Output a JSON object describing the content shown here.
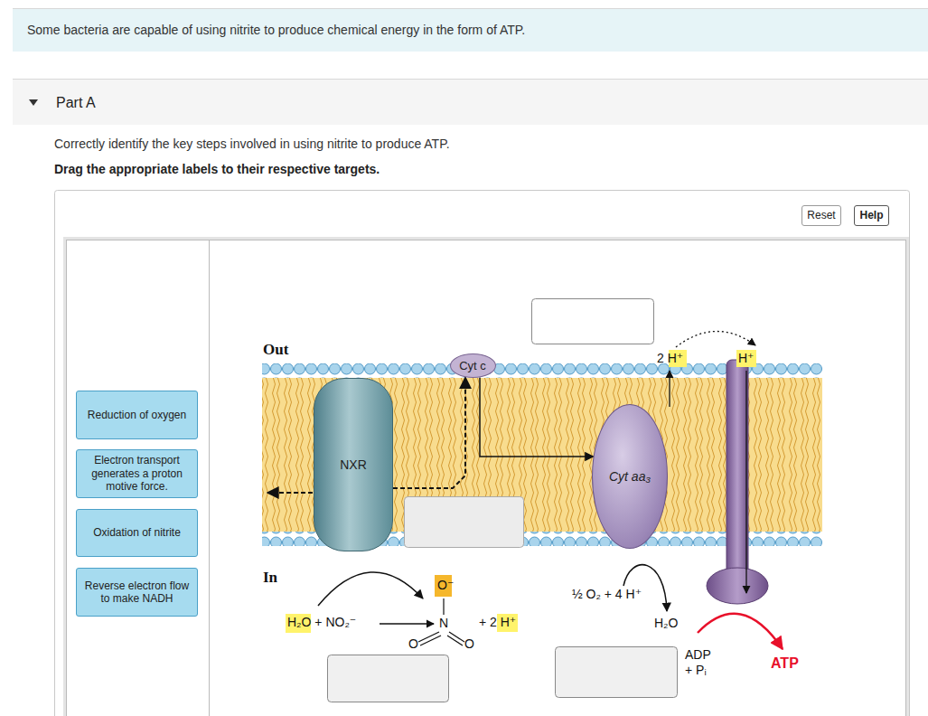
{
  "diagram": {
    "nodes": [
      {
        "text": [
          "Reset"
        ]
      },
      {
        "text": [
          "Help"
        ]
      },
      {
        "text": [
          "Reduction of oxygen"
        ]
      },
      {
        "text": [
          "Electron transport generates a proton motive force."
        ]
      },
      {
        "text": [
          "Oxidation of nitrite"
        ]
      },
      {
        "text": [
          "Reverse electron flow to make NADH"
        ]
      },
      {
        "text": [
          "NXR"
        ]
      },
      {
        "text": [
          "Cyt c"
        ]
      },
      {
        "text": [
          "Cyt aa₃"
        ]
      }
    ],
    "edges": [
      {
        "from": 6,
        "to": 7,
        "arrow": "to"
      },
      {
        "from": 7,
        "to": 8,
        "arrow": "to"
      }
    ],
    "labels": [
      "Some bacteria are capable of using nitrite to produce chemical energy in the form of ATP.",
      "Part A",
      "Correctly identify the key steps involved in using nitrite to produce ATP.",
      "Drag the appropriate labels to their respective targets.",
      "Out",
      "2 H⁺",
      "H⁺",
      "In",
      "H₂O + NO₂⁻",
      "O⁻",
      "N",
      "O",
      "O",
      "+ 2 H⁺",
      "½ O₂ + 4 H⁺",
      "H₂O",
      "ADP + Pᵢ",
      "ATP"
    ]
  }
}
